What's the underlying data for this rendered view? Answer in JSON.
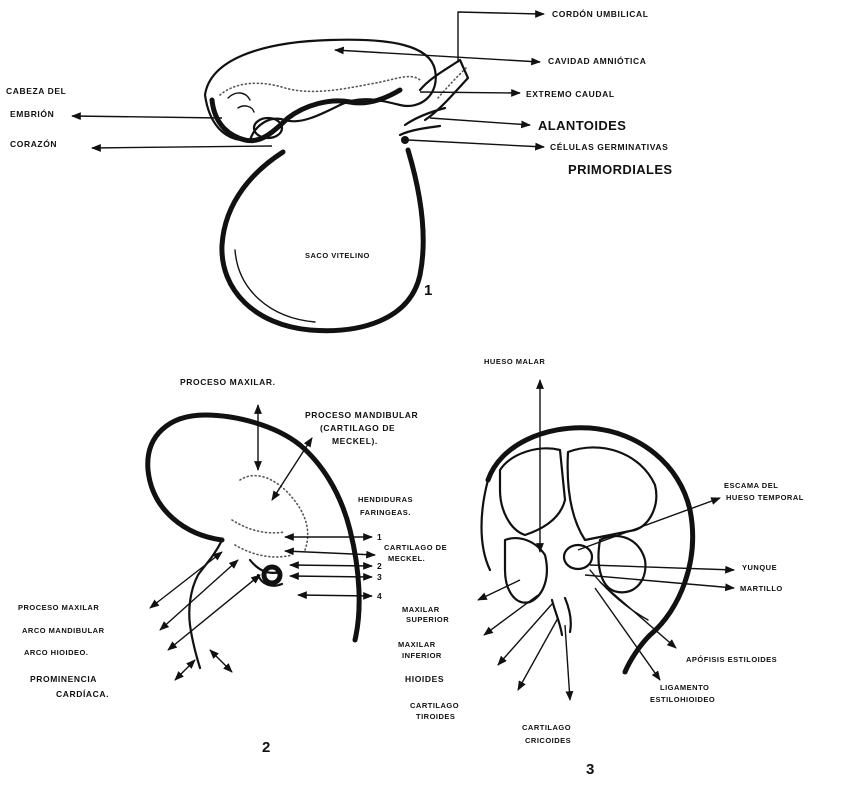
{
  "figure1": {
    "labels": {
      "cordon_umbilical": "CORDÓN UMBILICAL",
      "cavidad_amniotica": "CAVIDAD AMNIÓTICA",
      "cabeza_line1": "CABEZA DEL",
      "cabeza_line2": "EMBRIÓN",
      "extremo_caudal": "EXTREMO CAUDAL",
      "alantoides": "ALANTOIDES",
      "corazon": "CORAZÓN",
      "celulas_line1": "CÉLULAS GERMINATIVAS",
      "celulas_line2": "PRIMORDIALES",
      "saco_vitelino": "SACO VITELINO"
    },
    "number": "1"
  },
  "figure2": {
    "labels": {
      "proceso_maxilar": "PROCESO MAXILAR.",
      "proceso_mand_line1": "PROCESO MANDIBULAR",
      "proceso_mand_line2": "(CARTILAGO DE",
      "proceso_mand_line3": "MECKEL).",
      "hendiduras_line1": "HENDIDURAS",
      "hendiduras_line2": "FARINGEAS.",
      "num_1": "1",
      "cartilago_meckel_line1": "CARTILAGO DE",
      "cartilago_meckel_line2": "MECKEL.",
      "num_2": "2",
      "num_3": "3",
      "num_4": "4",
      "proceso_maxilar_left": "PROCESO MAXILAR",
      "arco_mandibular": "ARCO MANDIBULAR",
      "arco_hioideo": "ARCO HIOIDEO.",
      "prominencia_line1": "PROMINENCIA",
      "prominencia_line2": "CARDÍACA."
    },
    "number": "2"
  },
  "figure3": {
    "labels": {
      "hueso_malar": "HUESO MALAR",
      "escama_line1": "ESCAMA DEL",
      "escama_line2": "HUESO TEMPORAL",
      "yunque": "YUNQUE",
      "martillo": "MARTILLO",
      "maxilar_sup_line1": "MAXILAR",
      "maxilar_sup_line2": "SUPERIOR",
      "maxilar_inf_line1": "MAXILAR",
      "maxilar_inf_line2": "INFERIOR",
      "hioides": "HIOIDES",
      "tiroides_line1": "CARTILAGO",
      "tiroides_line2": "TIROIDES",
      "cricoides_line1": "CARTILAGO",
      "cricoides_line2": "CRICOIDES",
      "apofisis": "APÓFISIS ESTILOIDES",
      "ligamento_line1": "LIGAMENTO",
      "ligamento_line2": "ESTILOHIOIDEO"
    },
    "number": "3"
  }
}
